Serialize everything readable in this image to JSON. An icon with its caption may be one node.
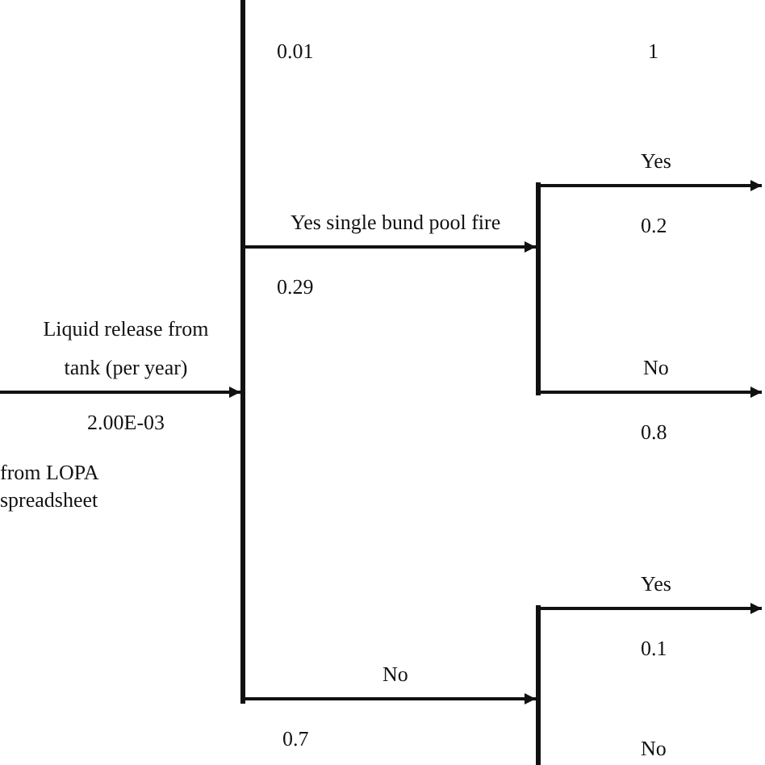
{
  "diagram": {
    "nodes": [
      {
        "text": [],
        "shape": "bar"
      },
      {
        "text": [],
        "shape": "bar"
      },
      {
        "text": [],
        "shape": "bar"
      }
    ],
    "edges": [
      {
        "from": null,
        "to": 0,
        "arrow": "to",
        "label": "Liquid release from tank (per year)"
      },
      {
        "from": 0,
        "to": 1,
        "arrow": "to",
        "label": "Yes single bund pool fire"
      },
      {
        "from": 0,
        "to": 2,
        "arrow": "to",
        "label": "No"
      },
      {
        "from": 1,
        "to": null,
        "arrow": "to",
        "label": "Yes"
      },
      {
        "from": 1,
        "to": null,
        "arrow": "to",
        "label": "No"
      },
      {
        "from": 2,
        "to": null,
        "arrow": "to",
        "label": "Yes"
      }
    ],
    "labels": [
      "0.01",
      "1",
      "0.2",
      "0.29",
      "2.00E-03",
      "from LOPA spreadsheet",
      "0.8",
      "0.1",
      "0.7",
      "No"
    ]
  }
}
